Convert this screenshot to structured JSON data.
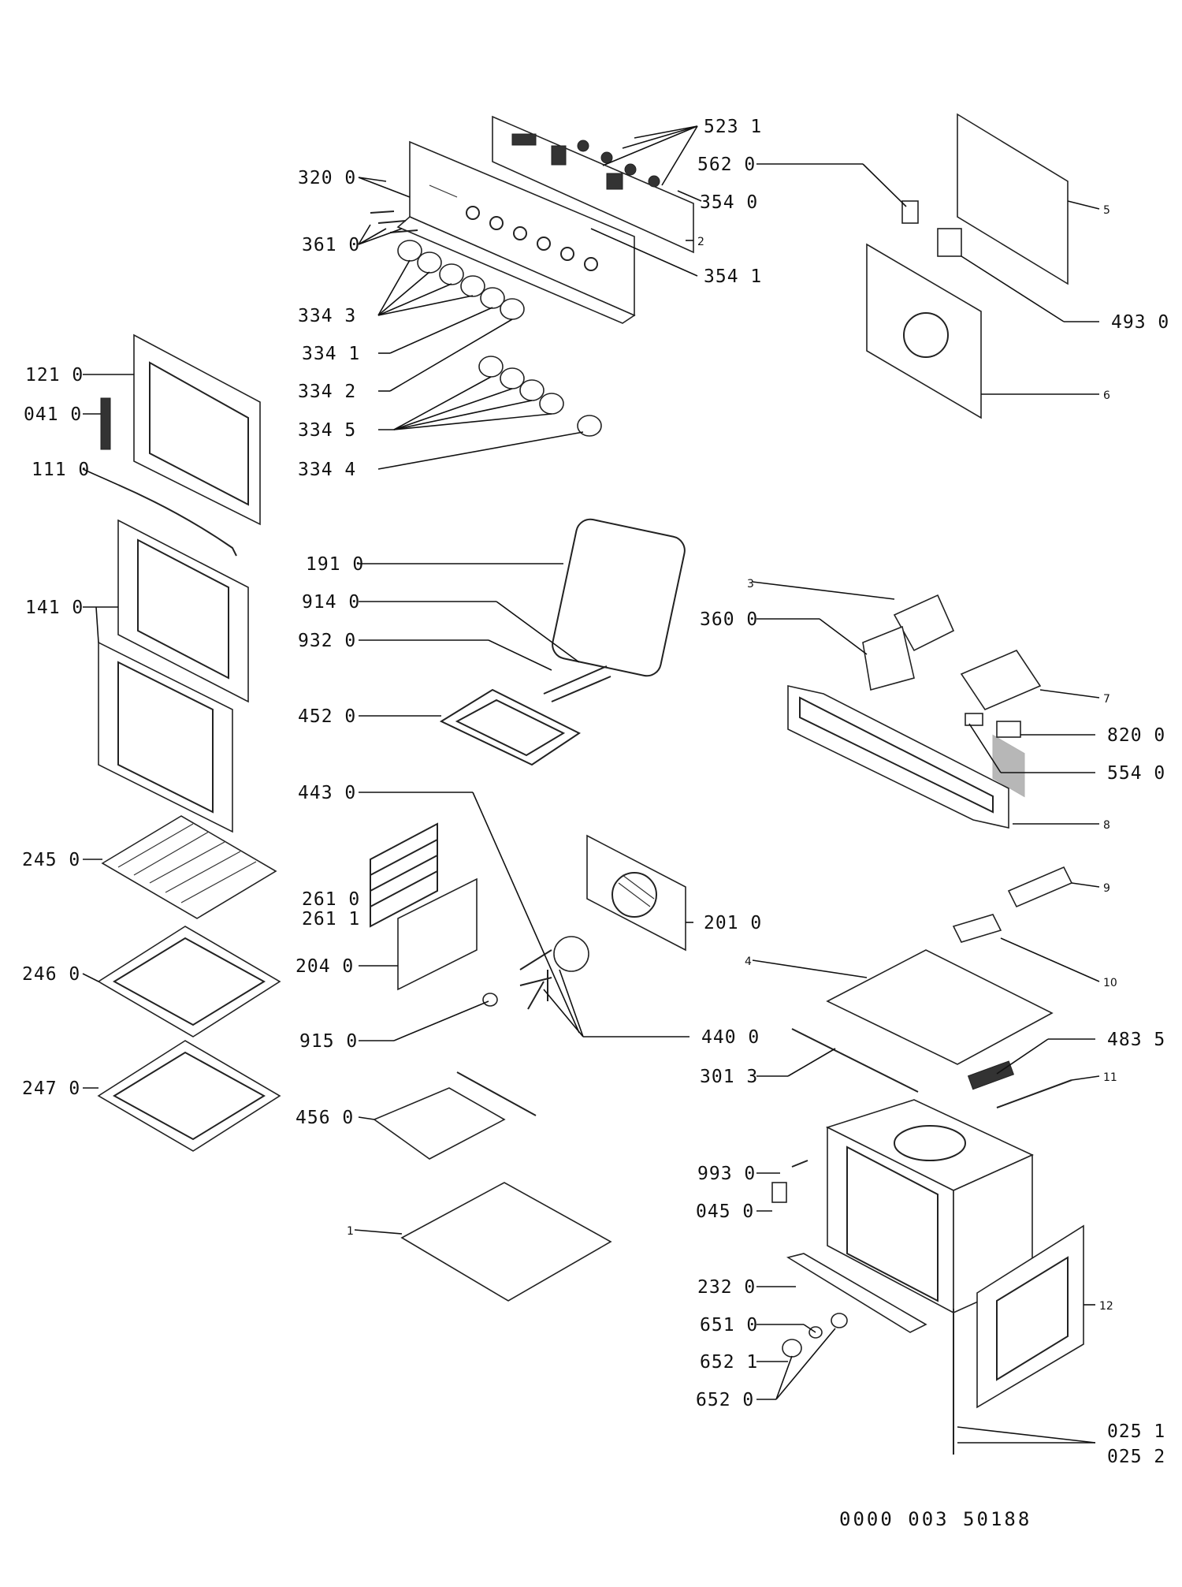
{
  "drawing_code": "0000 003 50188",
  "callouts": [
    {
      "id": "523-1",
      "text": "523  1"
    },
    {
      "id": "562-0",
      "text": "562  0"
    },
    {
      "id": "354-0",
      "text": "354  0"
    },
    {
      "id": "320-0",
      "text": "320  0"
    },
    {
      "id": "361-0",
      "text": "361  0"
    },
    {
      "id": "354-1",
      "text": "354  1"
    },
    {
      "id": "334-3",
      "text": "334  3"
    },
    {
      "id": "334-1",
      "text": "334  1"
    },
    {
      "id": "334-2",
      "text": "334  2"
    },
    {
      "id": "334-5",
      "text": "334  5"
    },
    {
      "id": "334-4",
      "text": "334  4"
    },
    {
      "id": "121-0",
      "text": "121  0"
    },
    {
      "id": "041-0",
      "text": "041  0"
    },
    {
      "id": "111-0",
      "text": "111  0"
    },
    {
      "id": "141-0",
      "text": "141  0"
    },
    {
      "id": "191-0",
      "text": "191  0"
    },
    {
      "id": "914-0",
      "text": "914  0"
    },
    {
      "id": "932-0",
      "text": "932  0"
    },
    {
      "id": "452-0",
      "text": "452  0"
    },
    {
      "id": "443-0",
      "text": "443  0"
    },
    {
      "id": "245-0",
      "text": "245  0"
    },
    {
      "id": "261-0",
      "text": "261  0"
    },
    {
      "id": "261-1",
      "text": "261  1"
    },
    {
      "id": "204-0",
      "text": "204  0"
    },
    {
      "id": "201-0",
      "text": "201  0"
    },
    {
      "id": "246-0",
      "text": "246  0"
    },
    {
      "id": "915-0",
      "text": "915  0"
    },
    {
      "id": "440-0",
      "text": "440  0"
    },
    {
      "id": "247-0",
      "text": "247  0"
    },
    {
      "id": "456-0",
      "text": "456  0"
    },
    {
      "id": "493-0",
      "text": "493  0"
    },
    {
      "id": "360-0",
      "text": "360  0"
    },
    {
      "id": "820-0",
      "text": "820  0"
    },
    {
      "id": "554-0",
      "text": "554  0"
    },
    {
      "id": "483-5",
      "text": "483  5"
    },
    {
      "id": "301-3",
      "text": "301  3"
    },
    {
      "id": "993-0",
      "text": "993  0"
    },
    {
      "id": "045-0",
      "text": "045  0"
    },
    {
      "id": "232-0",
      "text": "232  0"
    },
    {
      "id": "651-0",
      "text": "651  0"
    },
    {
      "id": "652-1",
      "text": "652  1"
    },
    {
      "id": "652-0",
      "text": "652  0"
    },
    {
      "id": "025-1",
      "text": "025  1"
    },
    {
      "id": "025-2",
      "text": "025  2"
    }
  ],
  "small_callouts": [
    {
      "id": "s2",
      "text": "2"
    },
    {
      "id": "s5",
      "text": "5"
    },
    {
      "id": "s6",
      "text": "6"
    },
    {
      "id": "s3",
      "text": "3"
    },
    {
      "id": "s7",
      "text": "7"
    },
    {
      "id": "s8",
      "text": "8"
    },
    {
      "id": "s9",
      "text": "9"
    },
    {
      "id": "s4",
      "text": "4"
    },
    {
      "id": "s10",
      "text": "10"
    },
    {
      "id": "s11",
      "text": "11"
    },
    {
      "id": "s12",
      "text": "12"
    },
    {
      "id": "s1",
      "text": "1"
    }
  ]
}
